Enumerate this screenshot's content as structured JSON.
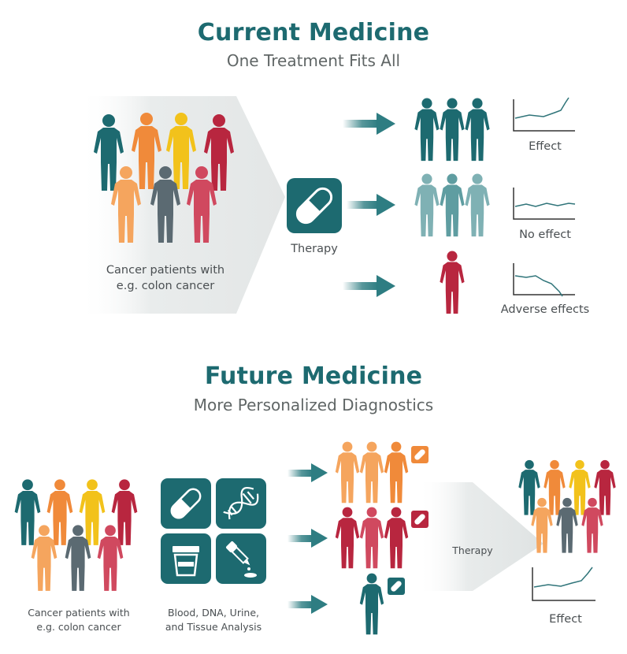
{
  "current": {
    "title": "Current Medicine",
    "subtitle": "One Treatment Fits All",
    "patients_caption_line1": "Cancer patients with",
    "patients_caption_line2": "e.g. colon cancer",
    "therapy_label": "Therapy",
    "outcomes": [
      {
        "label": "Effect"
      },
      {
        "label": "No effect"
      },
      {
        "label": "Adverse effects"
      }
    ]
  },
  "future": {
    "title": "Future Medicine",
    "subtitle": "More Personalized Diagnostics",
    "patients_caption_line1": "Cancer patients with",
    "patients_caption_line2": "e.g. colon cancer",
    "analysis_caption_line1": "Blood, DNA, Urine,",
    "analysis_caption_line2": "and Tissue Analysis",
    "therapy_label": "Therapy",
    "effect_label": "Effect"
  },
  "colors": {
    "teal": "#1d6a70",
    "orange": "#f08a3a",
    "light_orange": "#f5a55e",
    "yellow": "#f2c21b",
    "crimson": "#b8263f",
    "pink_red": "#d0495f",
    "slate": "#5b6a72",
    "light_teal": "#7fb1b4",
    "arrow": "#2e7d82"
  }
}
